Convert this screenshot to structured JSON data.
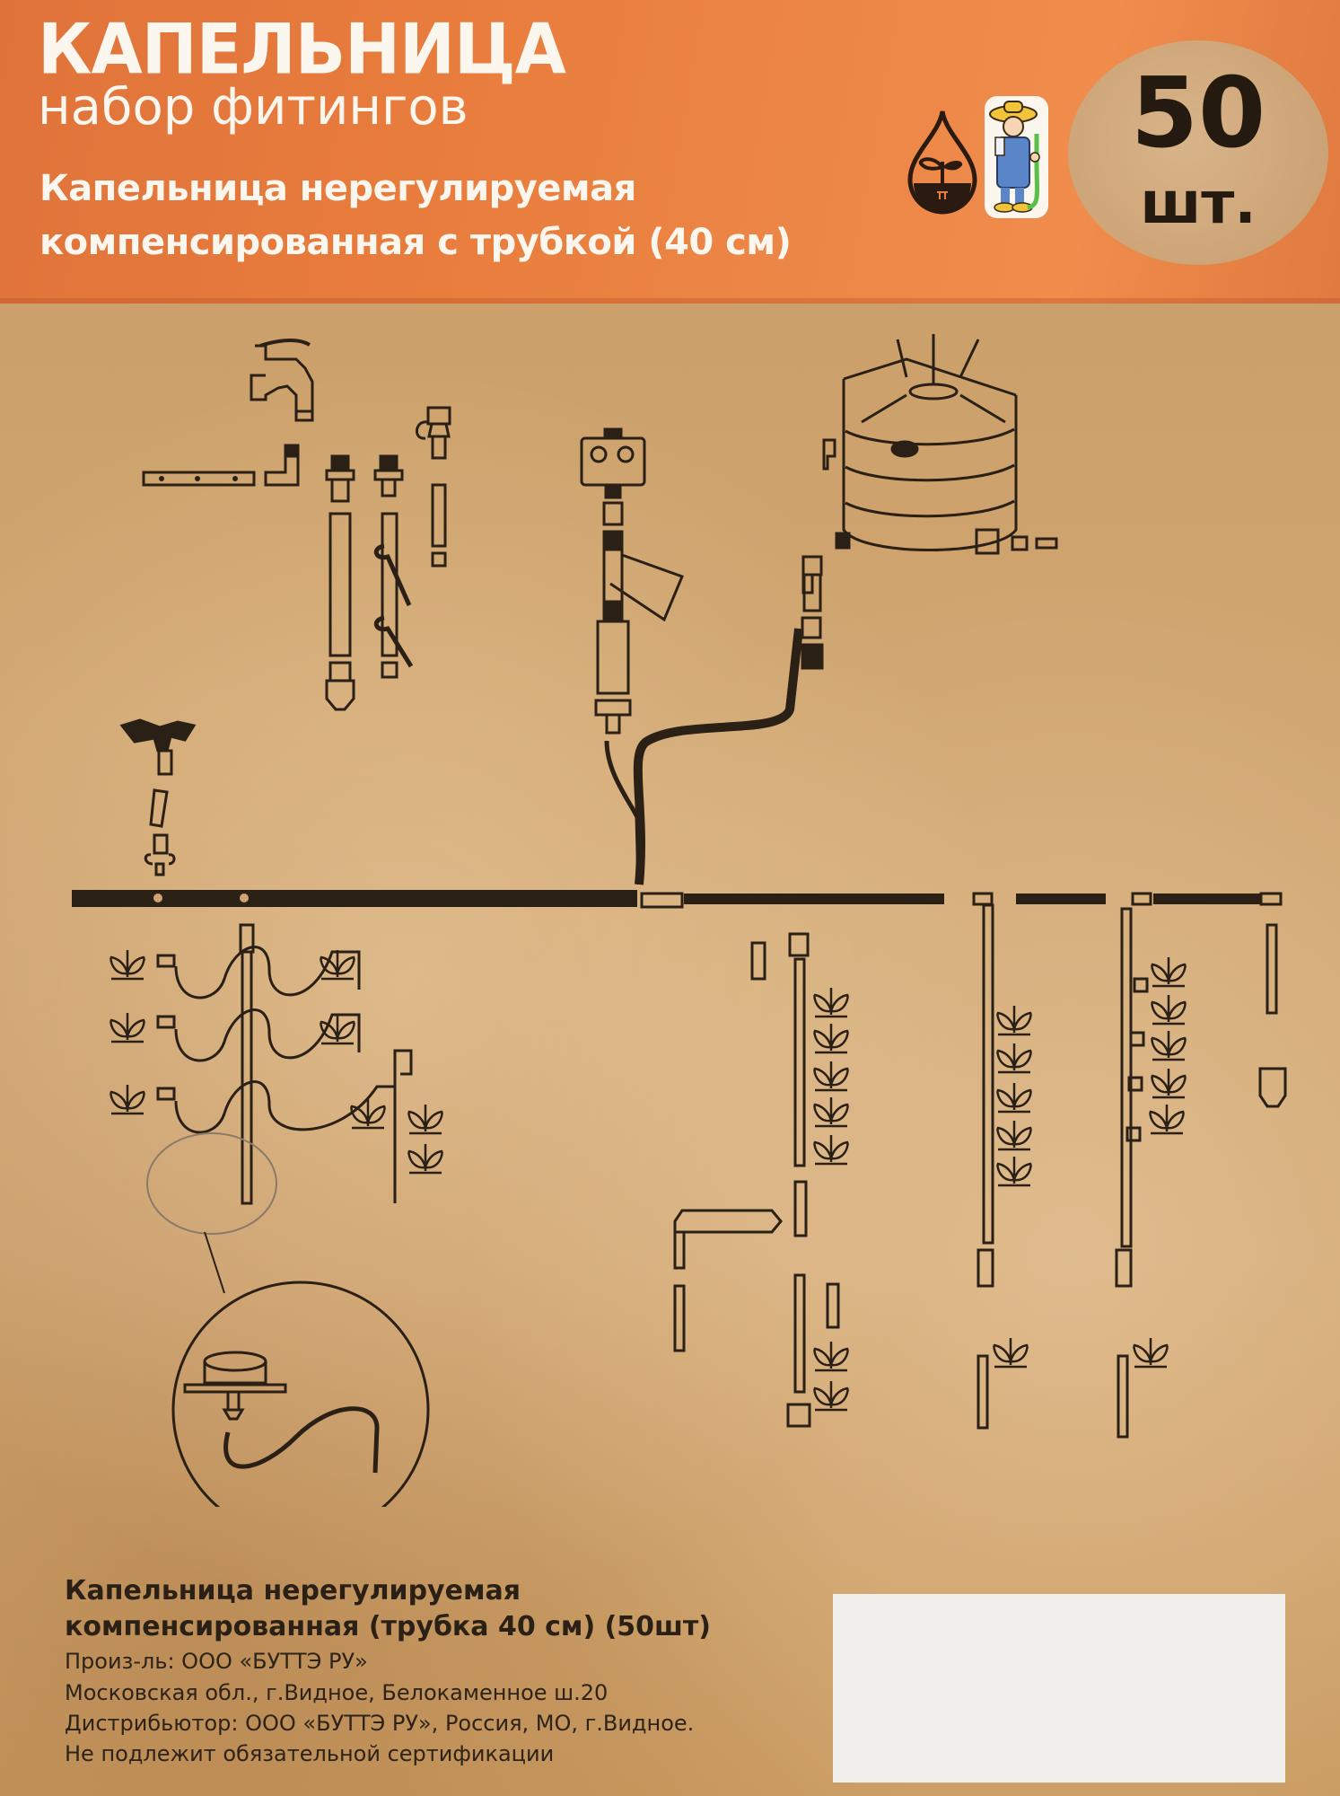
{
  "header": {
    "title": "КАПЕЛЬНИЦА",
    "subtitle": "набор фитингов",
    "description_line1": "Капельница нерегулируемая",
    "description_line2": "компенсированная с трубкой (40 см)",
    "count_value": "50",
    "count_unit": "шт.",
    "icons": [
      "water-drop-plant-icon",
      "farmer-with-hose-icon"
    ]
  },
  "colors": {
    "band_orange": "#e97d3d",
    "kraft": "#cfa570",
    "ink": "#2a2016",
    "badge": "#d2ab7e",
    "header_text": "#fbf6ee"
  },
  "diagram": {
    "components": [
      "faucet",
      "connector-pipe",
      "elbow-fitting",
      "tap-adapter",
      "hose-pieces",
      "valve",
      "timer-controller",
      "filter",
      "hose",
      "water-tank",
      "sprinkler",
      "main-pipe",
      "drippers",
      "plant-rows",
      "dripper-detail-circle"
    ]
  },
  "footer": {
    "product_line1": "Капельница нерегулируемая",
    "product_line2": "компенсированная (трубка 40 см)  (50шт)",
    "manufacturer": "Произ-ль: ООО «БУТТЭ РУ»",
    "address": "Московская обл., г.Видное, Белокаменное ш.20",
    "distributor": "Дистрибьютор: ООО «БУТТЭ РУ», Россия, МО, г.Видное.",
    "certification": "Не подлежит обязательной сертификации"
  }
}
